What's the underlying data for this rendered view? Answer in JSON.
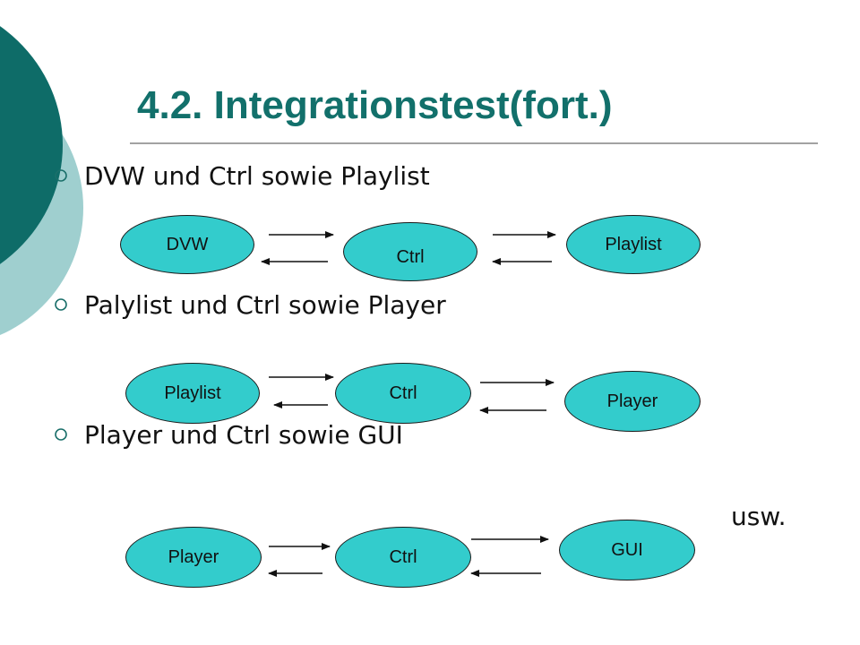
{
  "slide": {
    "title": "4.2. Integrationstest(fort.)",
    "accent_color": "#12706b",
    "node_color": "#33cccc",
    "bullet_icon": "hollow-circle-bullet-icon",
    "bullets": [
      "DVW und Ctrl sowie Playlist",
      "Palylist und Ctrl sowie Player",
      "Player und Ctrl sowie GUI"
    ],
    "footer_note": "usw."
  },
  "diagrams": [
    {
      "nodes": [
        "DVW",
        "Ctrl",
        "Playlist"
      ]
    },
    {
      "nodes": [
        "Playlist",
        "Ctrl",
        "Player"
      ]
    },
    {
      "nodes": [
        "Player",
        "Ctrl",
        "GUI"
      ]
    }
  ]
}
